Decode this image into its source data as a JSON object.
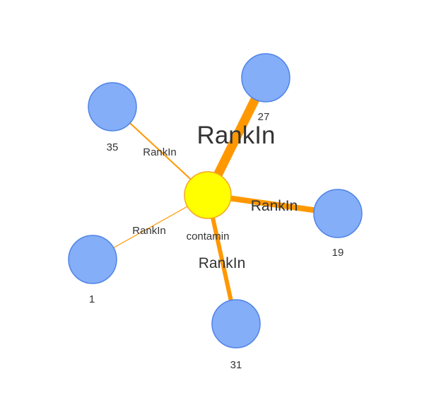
{
  "graph": {
    "center": {
      "label": "contamin",
      "fill": "#FFFF00",
      "stroke": "#F5A623"
    },
    "leaf_style": {
      "fill": "#85AEF8",
      "stroke": "#4F83E8"
    },
    "edge_color": "#FF9800",
    "nodes": [
      {
        "id": "n27",
        "label": "27"
      },
      {
        "id": "n35",
        "label": "35"
      },
      {
        "id": "n19",
        "label": "19"
      },
      {
        "id": "n1",
        "label": "1"
      },
      {
        "id": "n31",
        "label": "31"
      }
    ],
    "edges": [
      {
        "target": "n27",
        "label": "RankIn"
      },
      {
        "target": "n35",
        "label": "RankIn"
      },
      {
        "target": "n19",
        "label": "RankIn"
      },
      {
        "target": "n1",
        "label": "RankIn"
      },
      {
        "target": "n31",
        "label": "RankIn"
      }
    ]
  }
}
